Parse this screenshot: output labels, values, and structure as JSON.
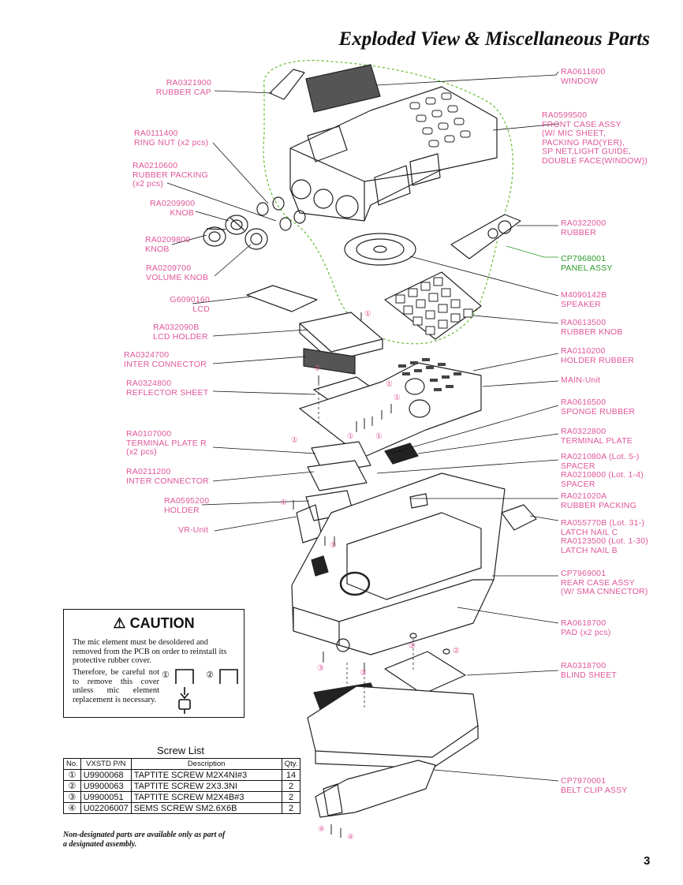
{
  "title": "Exploded View & Miscellaneous Parts",
  "page_number": "3",
  "parts_left": [
    {
      "pn": "RA0321900",
      "name": [
        "RUBBER CAP"
      ]
    },
    {
      "pn": "RA0111400",
      "name": [
        "RING NUT (x2 pcs)"
      ]
    },
    {
      "pn": "RA0210600",
      "name": [
        "RUBBER PACKING",
        "(x2 pcs)"
      ]
    },
    {
      "pn": "RA0209900",
      "name": [
        "KNOB"
      ]
    },
    {
      "pn": "RA0209800",
      "name": [
        "KNOB"
      ]
    },
    {
      "pn": "RA0209700",
      "name": [
        "VOLUME KNOB"
      ]
    },
    {
      "pn": "G6090160",
      "name": [
        "LCD"
      ]
    },
    {
      "pn": "RA032090B",
      "name": [
        "LCD HOLDER"
      ]
    },
    {
      "pn": "RA0324700",
      "name": [
        "INTER CONNECTOR"
      ]
    },
    {
      "pn": "RA0324800",
      "name": [
        "REFLECTOR SHEET"
      ]
    },
    {
      "pn": "RA0107000",
      "name": [
        "TERMINAL PLATE R",
        "(x2 pcs)"
      ]
    },
    {
      "pn": "RA0211200",
      "name": [
        "INTER CONNECTOR"
      ]
    },
    {
      "pn": "RA0595200",
      "name": [
        "HOLDER"
      ]
    },
    {
      "pn": "",
      "name": [
        "VR-Unit"
      ]
    }
  ],
  "parts_right": [
    {
      "pn": "RA0611600",
      "name": [
        "WINDOW"
      ]
    },
    {
      "pn": "RA0599500",
      "name": [
        "FRONT CASE ASSY",
        "(W/ MIC SHEET,",
        "PACKING PAD(YER),",
        "SP NET,LIGHT GUIDE,",
        "DOUBLE FACE(WINDOW))"
      ]
    },
    {
      "pn": "RA0322000",
      "name": [
        "RUBBER"
      ]
    },
    {
      "pn": "CP7968001",
      "name": [
        "PANEL ASSY"
      ]
    },
    {
      "pn": "M4090142B",
      "name": [
        "SPEAKER"
      ]
    },
    {
      "pn": "RA0613500",
      "name": [
        "RUBBER KNOB"
      ]
    },
    {
      "pn": "RA0110200",
      "name": [
        "HOLDER RUBBER"
      ]
    },
    {
      "pn": "",
      "name": [
        "MAIN-Unit"
      ]
    },
    {
      "pn": "RA0616500",
      "name": [
        "SPONGE RUBBER"
      ]
    },
    {
      "pn": "RA0322800",
      "name": [
        "TERMINAL PLATE"
      ]
    },
    {
      "pn": "RA021080A (Lot. 5-)",
      "name": [
        "SPACER",
        "RA0210800 (Lot. 1-4)",
        "SPACER"
      ]
    },
    {
      "pn": "RA021020A",
      "name": [
        "RUBBER PACKING"
      ]
    },
    {
      "pn": "RA055770B (Lot. 31-)",
      "name": [
        "LATCH NAIL C",
        "RA0123500 (Lot. 1-30)",
        "LATCH NAIL B"
      ]
    },
    {
      "pn": "CP7969001",
      "name": [
        "REAR CASE ASSY",
        "(W/ SMA CNNECTOR)"
      ]
    },
    {
      "pn": "RA0618700",
      "name": [
        "PAD (x2 pcs)"
      ]
    },
    {
      "pn": "RA0318700",
      "name": [
        "BLIND SHEET"
      ]
    },
    {
      "pn": "CP7970001",
      "name": [
        "BELT CLIP ASSY"
      ]
    }
  ],
  "caution": {
    "heading": "CAUTION",
    "text1": "The mic element must be desoldered and removed from the PCB on order to reinstall its protective rubber cover.",
    "text2": "Therefore, be careful not to remove this cover unless mic element replacement is necessary.",
    "mark1": "①",
    "mark2": "②"
  },
  "screw_list": {
    "title": "Screw List",
    "headers": [
      "No.",
      "VXSTD P/N",
      "Description",
      "Qty."
    ],
    "rows": [
      [
        "①",
        "U9900068",
        "TAPTITE SCREW  M2X4NI#3",
        "14"
      ],
      [
        "②",
        "U9900063",
        "TAPTITE SCREW  2X3.3NI",
        "2"
      ],
      [
        "③",
        "U9900051",
        "TAPTITE SCREW  M2X4B#3",
        "2"
      ],
      [
        "④",
        "U02206007",
        "SEMS SCREW SM2.6X6B",
        "2"
      ]
    ]
  },
  "footnote": [
    "Non-designated parts are available only as part of",
    "a designated assembly."
  ],
  "screw_markers": [
    "①",
    "②",
    "③",
    "④"
  ],
  "colors": {
    "label": "#e0569a",
    "green": "#2a9a2a",
    "line": "#111111"
  }
}
